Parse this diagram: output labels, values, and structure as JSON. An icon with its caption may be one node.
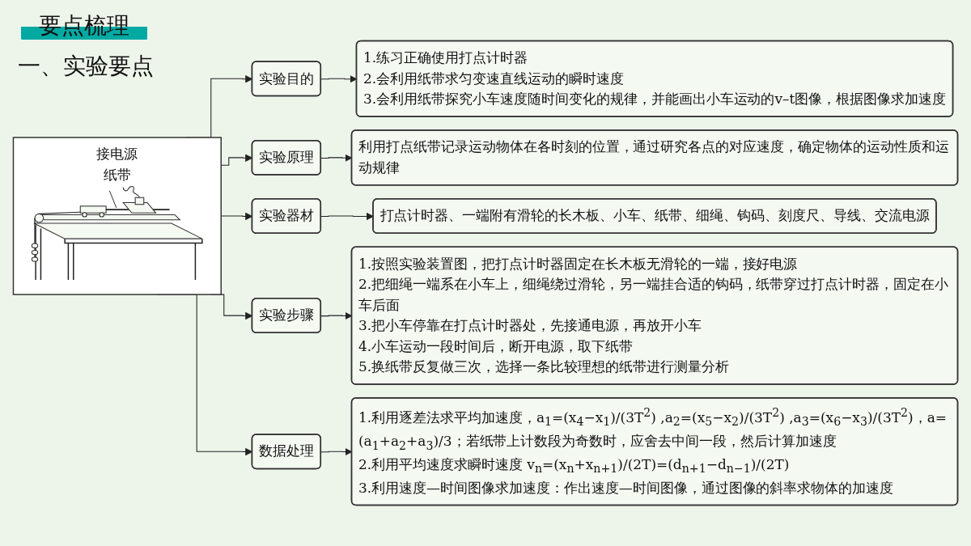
{
  "diagram": {
    "title": "要点梳理",
    "nodes": [
      {
        "text": [
          "实验目的"
        ]
      },
      {
        "text": [
          "1.练习正确使用打点计时器",
          "2.会利用纸带求匀变速直线运动的瞬时速度",
          "3.会利用纸带探究小车速度随时间变化的规律，并能画出小车运动的v–t图像，根据图像求加速度"
        ]
      },
      {
        "text": [
          "实验原理"
        ]
      },
      {
        "text": [
          "利用打点纸带记录运动物体在各时刻的位置，通过研究各点的对应速度，确定物体的运动性质和运动规律"
        ]
      },
      {
        "text": [
          "接电源",
          "纸带"
        ]
      },
      {
        "text": [
          "实验器材"
        ]
      },
      {
        "text": [
          "打点计时器、一端附有滑轮的长木板、小车、纸带、细绳、钩码、刻度尺、导线、交流电源"
        ]
      },
      {
        "text": [
          "实验步骤"
        ]
      },
      {
        "text": [
          "1.按照实验装置图，把打点计时器固定在长木板无滑轮的一端，接好电源",
          "2.把细绳一端系在小车上，细绳绕过滑轮，另一端挂合适的钩码，纸带穿过打点计时器，固定在小车后面",
          "3.把小车停靠在打点计时器处，先接通电源，再放开小车",
          "4.小车运动一段时间后，断开电源，取下纸带",
          "5.换纸带反复做三次，选择一条比较理想的纸带进行测量分析"
        ]
      },
      {
        "text": [
          "数据处理"
        ]
      },
      {
        "text": [
          "1.利用逐差法求平均加速度，a$_{1}$=(x$_{4}$−x$_{1}$)/(3T$^{2}$) ,a$_{2}$=(x$_{5}$−x$_{2}$)/(3T$^{2}$) ,a$_{3}$=(x$_{6}$−x$_{3}$)/(3T$^{2}$)，a=(a$_{1}$+a$_{2}$+a$_{3}$)/3；若纸带上计数段为奇数时，应舍去中间一段，然后计算加速度",
          "2.利用平均速度求瞬时速度 v$_{n}$=(x$_{n}$+x$_{n+1}$)/(2T)=(d$_{n+1}$−d$_{n−1}$)/(2T)",
          "3.利用速度—时间图像求加速度：作出速度—时间图像，通过图像的斜率求物体的加速度"
        ]
      }
    ],
    "edges": [
      {
        "from": 4,
        "to": 0,
        "arrow": "to"
      },
      {
        "from": 0,
        "to": 1,
        "arrow": "to"
      },
      {
        "from": 4,
        "to": 2,
        "arrow": "to"
      },
      {
        "from": 2,
        "to": 3,
        "arrow": "to"
      },
      {
        "from": 4,
        "to": 5,
        "arrow": "to"
      },
      {
        "from": 5,
        "to": 6,
        "arrow": "to"
      },
      {
        "from": 4,
        "to": 7,
        "arrow": "to"
      },
      {
        "from": 7,
        "to": 8,
        "arrow": "to"
      },
      {
        "from": 4,
        "to": 9,
        "arrow": "to"
      },
      {
        "from": 9,
        "to": 10,
        "arrow": "to"
      }
    ],
    "labels": [
      "一、实验要点"
    ]
  }
}
